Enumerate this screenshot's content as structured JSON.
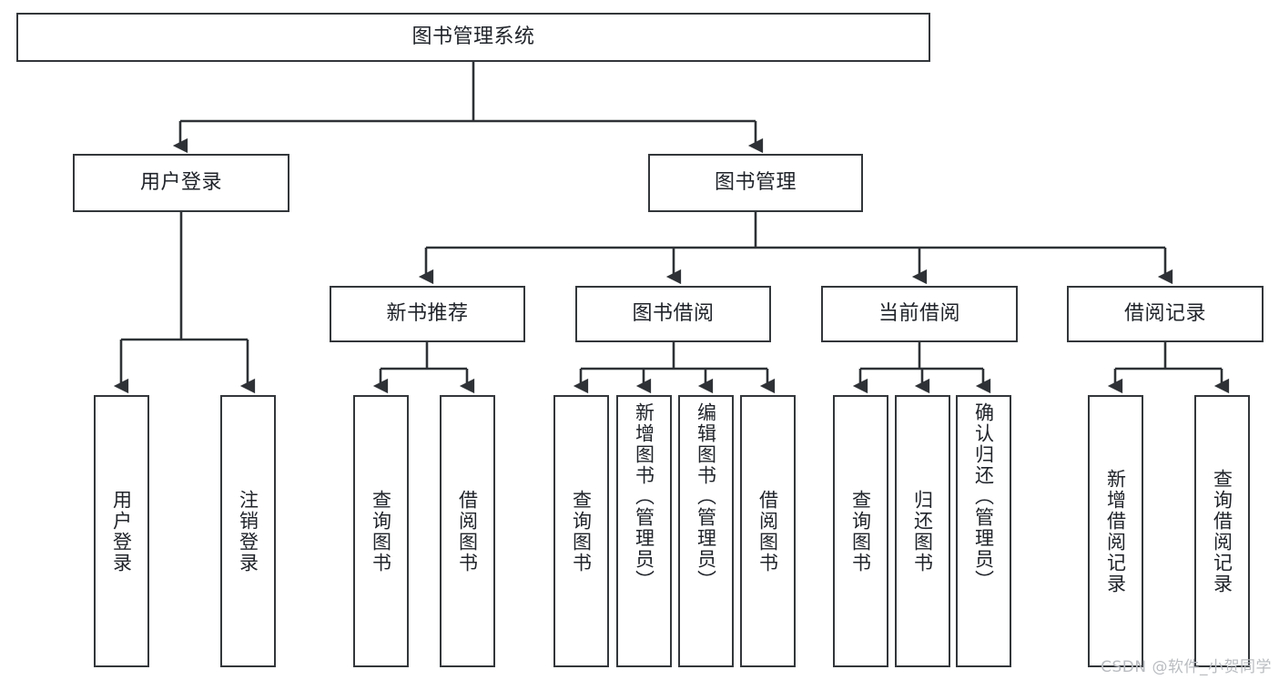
{
  "diagram": {
    "title": "图书管理系统",
    "type": "tree-hierarchy",
    "orientation": "top-down",
    "watermark": "CSDN @软件_小贺同学",
    "colors": {
      "background": "#ffffff",
      "box_border": "#33373b",
      "box_fill": "#ffffff",
      "text": "#20242a",
      "connector": "#2e3236",
      "watermark": "#b9bcc0"
    },
    "nodes": {
      "root": {
        "label": "图书管理系统"
      },
      "level2": [
        {
          "id": "user-login",
          "label": "用户登录"
        },
        {
          "id": "book-management",
          "label": "图书管理"
        }
      ],
      "level3": [
        {
          "id": "new-book-recommend",
          "label": "新书推荐"
        },
        {
          "id": "book-borrow",
          "label": "图书借阅"
        },
        {
          "id": "current-borrow",
          "label": "当前借阅"
        },
        {
          "id": "borrow-record",
          "label": "借阅记录"
        }
      ],
      "leaves": {
        "user_login": [
          {
            "id": "leaf-user-login",
            "label": "用户登录"
          },
          {
            "id": "leaf-user-logout",
            "label": "注销登录"
          }
        ],
        "new_book_recommend": [
          {
            "id": "leaf-query-book-1",
            "label": "查询图书"
          },
          {
            "id": "leaf-borrow-book-1",
            "label": "借阅图书"
          }
        ],
        "book_borrow": [
          {
            "id": "leaf-query-book-2",
            "label": "查询图书"
          },
          {
            "id": "leaf-add-book",
            "label": "新增图书（管理员）"
          },
          {
            "id": "leaf-edit-book",
            "label": "编辑图书（管理员）"
          },
          {
            "id": "leaf-borrow-book-2",
            "label": "借阅图书"
          }
        ],
        "current_borrow": [
          {
            "id": "leaf-query-book-3",
            "label": "查询图书"
          },
          {
            "id": "leaf-return-book",
            "label": "归还图书"
          },
          {
            "id": "leaf-confirm-return",
            "label": "确认归还（管理员）"
          }
        ],
        "borrow_record": [
          {
            "id": "leaf-add-record",
            "label": "新增借阅记录"
          },
          {
            "id": "leaf-query-record",
            "label": "查询借阅记录"
          }
        ]
      }
    }
  }
}
